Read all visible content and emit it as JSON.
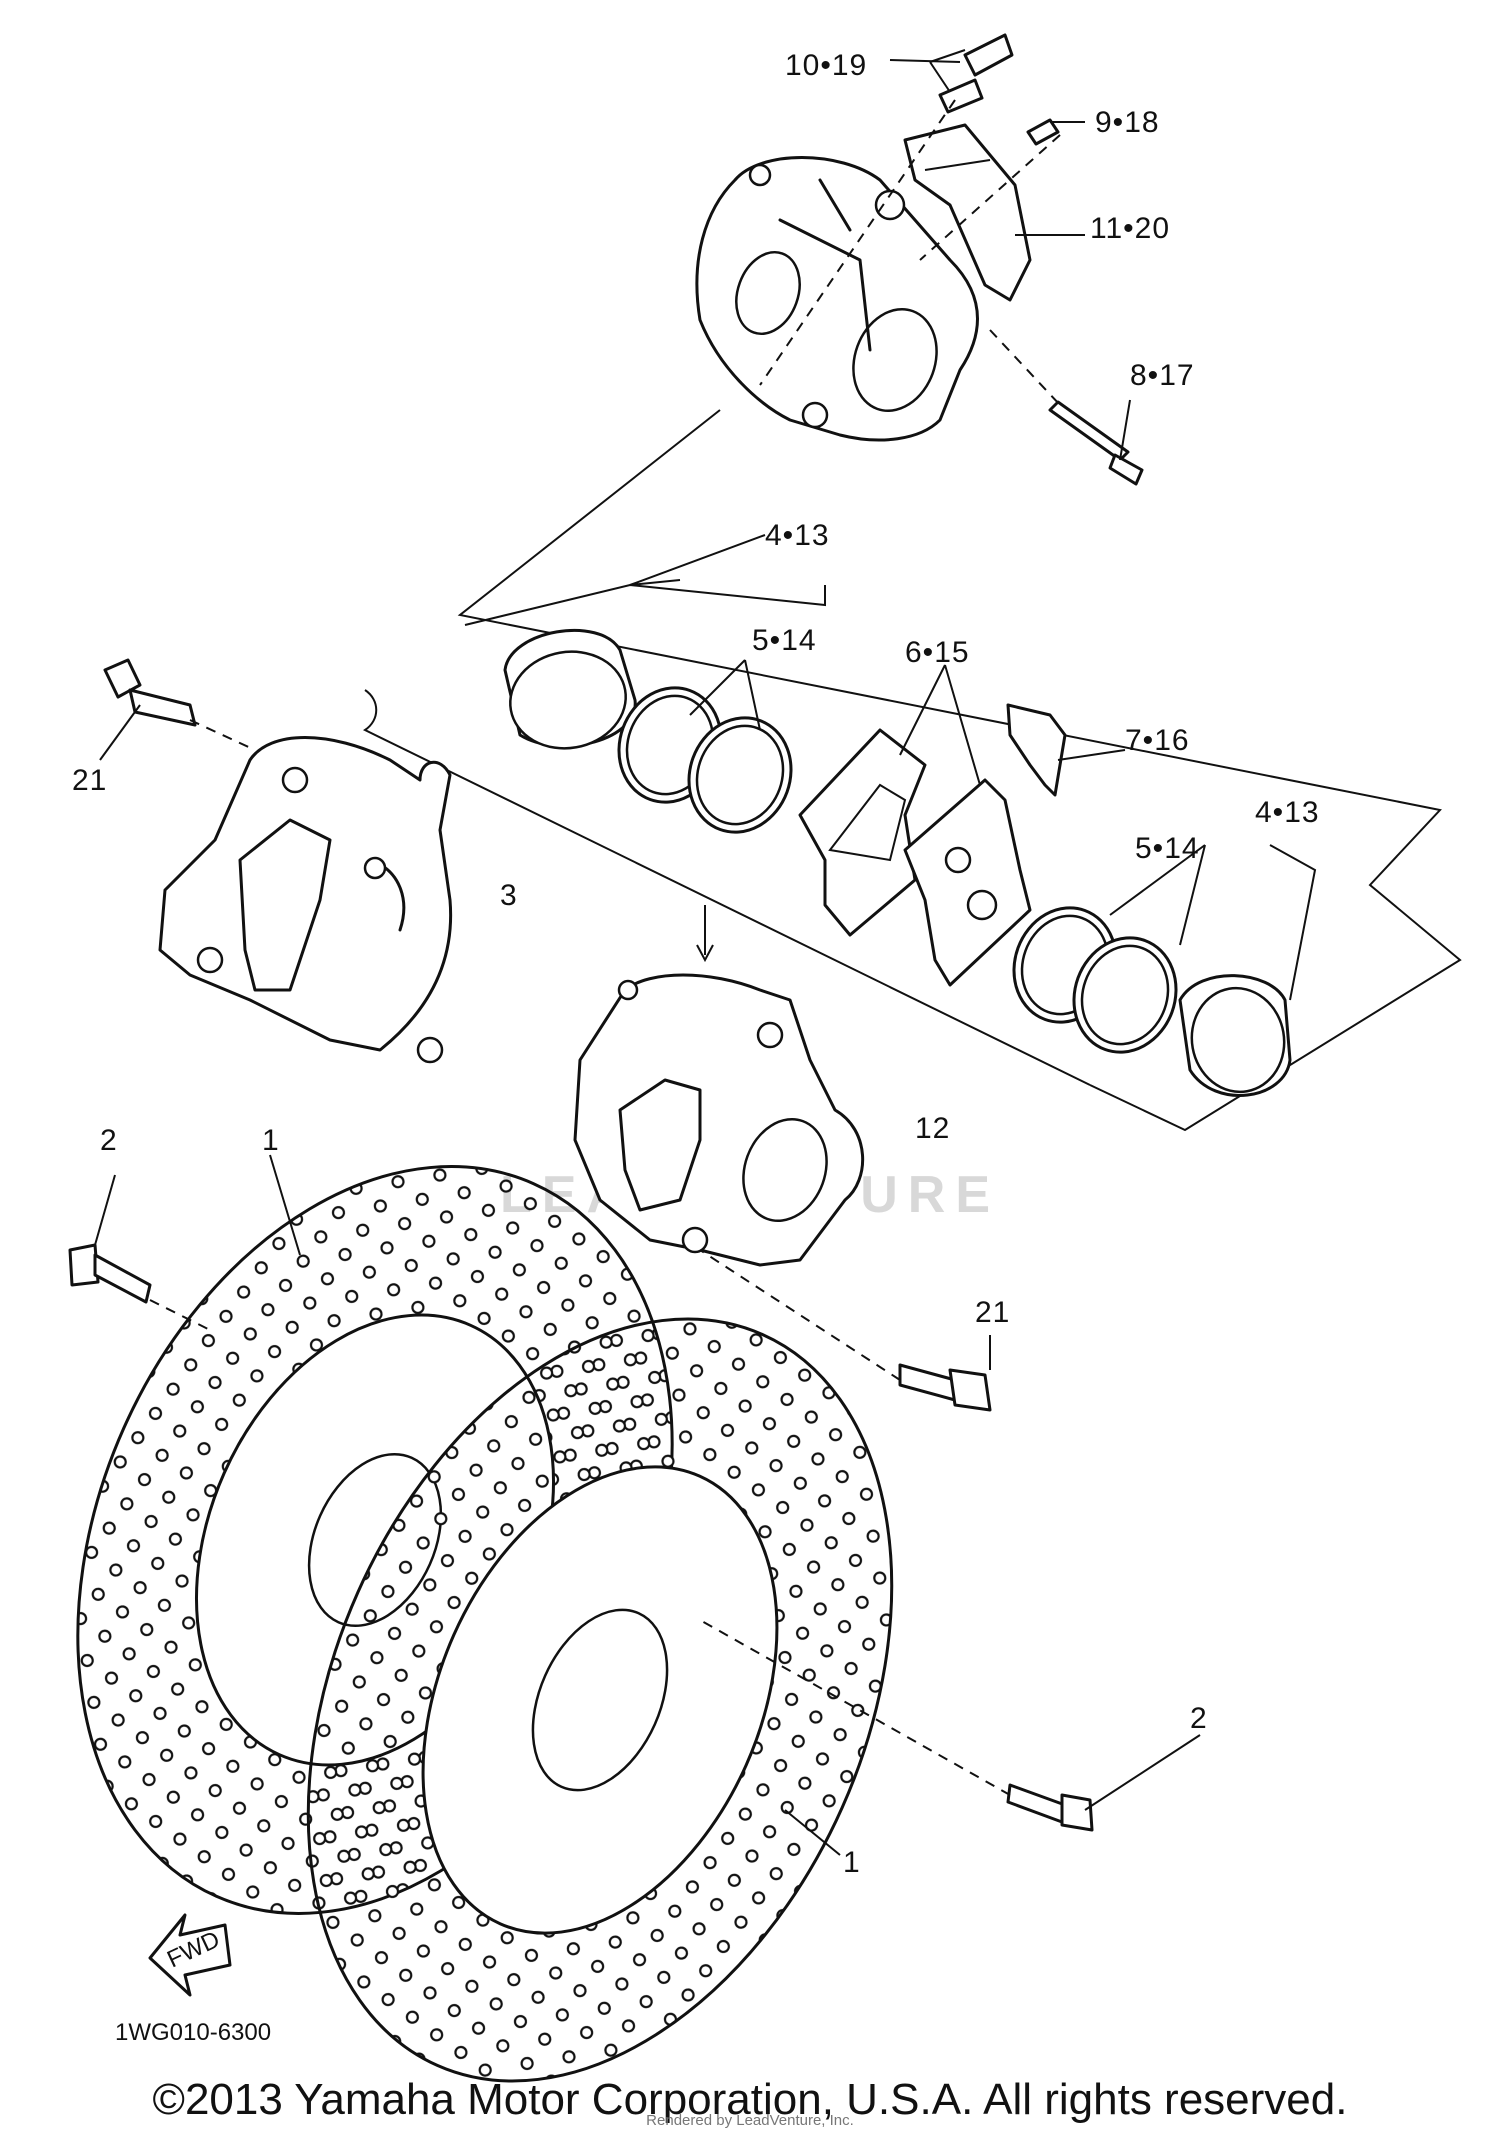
{
  "labels": {
    "p10_19": "10•19",
    "p9_18": "9•18",
    "p11_20": "11•20",
    "p8_17": "8•17",
    "p4_13_top": "4•13",
    "p5_14_top": "5•14",
    "p6_15": "6•15",
    "p7_16": "7•16",
    "p4_13_right": "4•13",
    "p5_14_right": "5•14",
    "p21_left": "21",
    "p3": "3",
    "p12": "12",
    "p2_left": "2",
    "p1_left": "1",
    "p21_right": "21",
    "p2_right": "2",
    "p1_right": "1"
  },
  "fwd_label": "FWD",
  "diagram_code": "1WG010-6300",
  "watermark": "LEADVENTURE",
  "copyright": "©2013 Yamaha Motor Corporation, U.S.A. All rights reserved.",
  "rendered_by": "Rendered by LeadVenture, Inc."
}
